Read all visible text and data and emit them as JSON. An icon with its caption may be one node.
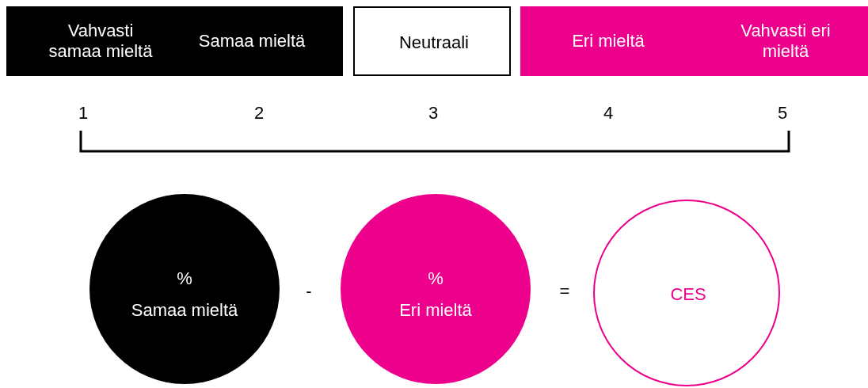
{
  "diagram": {
    "nodes": [
      {
        "text": [
          "Vahvasti samaa mieltä",
          "Samaa mieltä"
        ]
      },
      {
        "text": [
          "Neutraali"
        ]
      },
      {
        "text": [
          "Eri mieltä",
          "Vahvasti eri mieltä"
        ]
      },
      {
        "text": [
          "%",
          "Samaa mieltä"
        ]
      },
      {
        "text": [
          "%",
          "Eri mieltä"
        ]
      },
      {
        "text": [
          "CES"
        ]
      }
    ],
    "edges": [],
    "labels": [
      "1",
      "2",
      "3",
      "4",
      "5",
      "-",
      "="
    ]
  }
}
